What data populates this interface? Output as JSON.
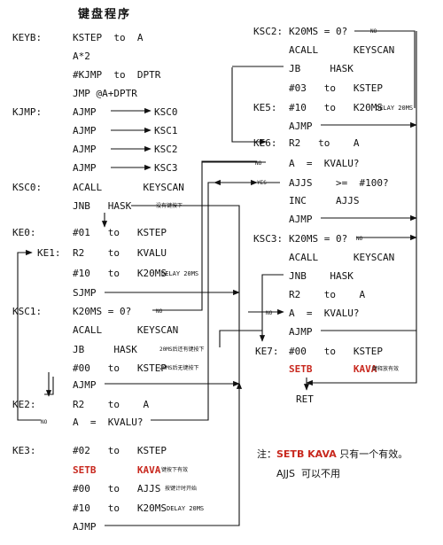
{
  "title": "键盘程序",
  "left": {
    "keyb": {
      "label": "KEYB:",
      "line1": "KSTEP  to  A",
      "line2": "A*2",
      "line3": "#KJMP  to  DPTR",
      "line4": "JMP @A+DPTR"
    },
    "kjmp": {
      "label": "KJMP:",
      "rows": [
        {
          "op": "AJMP",
          "target": "KSC0"
        },
        {
          "op": "AJMP",
          "target": "KSC1"
        },
        {
          "op": "AJMP",
          "target": "KSC2"
        },
        {
          "op": "AJMP",
          "target": "KSC3"
        }
      ]
    },
    "ksc0": {
      "label": "KSC0:",
      "line1": "ACALL       KEYSCAN",
      "line2": "JNB   HASK",
      "note": "没有键按下"
    },
    "ke0": {
      "label": "KE0:",
      "line1": "#01   to   KSTEP"
    },
    "ke1": {
      "label": "KE1:",
      "line1": "R2    to   KVALU",
      "line2": "#10   to   K20MS",
      "line2_note": "DELAY 20MS",
      "line3": "SJMP"
    },
    "ksc1": {
      "label": "KSC1:",
      "line1": "K20MS = 0?",
      "no": "NO",
      "line2": "ACALL      KEYSCAN",
      "line3": "JB     HASK",
      "line3_note": "20MS后还有键按下",
      "line4": "#00   to   KSTEP",
      "line4_note": "20MS后无键按下",
      "line5": "AJMP"
    },
    "ke2": {
      "label": "KE2:",
      "line1": "R2    to    A",
      "no": "NO",
      "line2": "A  =  KVALU?"
    },
    "ke3": {
      "label": "KE3:",
      "line1": "#02   to   KSTEP",
      "line2": "SETB       KAVA",
      "line2_note": "键按下有效",
      "line3": "#00   to   AJJS",
      "line3_note": "按键计时开始",
      "line4": "#10   to   K20MS",
      "line4_note": "DELAY 20MS",
      "line5": "AJMP"
    }
  },
  "right": {
    "ksc2": {
      "label": "KSC2:",
      "line1": "K20MS = 0?",
      "no": "NO",
      "line2": "ACALL      KEYSCAN",
      "line3": "JB     HASK",
      "line4": "#03   to   KSTEP"
    },
    "ke5": {
      "label": "KE5:",
      "line1": "#10   to   K20MS",
      "line1_note": "DELAY 20MS",
      "line2": "AJMP"
    },
    "ke6": {
      "label": "KE6:",
      "line1": "R2   to    A",
      "no": "NO",
      "line2": "A  =  KVALU?",
      "yes": "YES",
      "line3": "AJJS    >=  #100?",
      "line4": "INC     AJJS",
      "line5": "AJMP"
    },
    "ksc3": {
      "label": "KSC3:",
      "line1": "K20MS = 0?",
      "no": "NO",
      "line2": "ACALL      KEYSCAN",
      "line3": "JNB    HASK",
      "line4": "R2    to    A",
      "no2": "NO",
      "line5": "A  =  KVALU?",
      "line6": "AJMP"
    },
    "ke7": {
      "label": "KE7:",
      "line1": "#00   to   KSTEP",
      "line2": "SETB       KAVA",
      "line2_note": "键释放有效",
      "line3": "RET"
    }
  },
  "remark": {
    "prefix": "注：",
    "highlight": "SETB KAVA",
    "suffix": " 只有一个有效。",
    "line2": "AJJS  可以不用"
  },
  "colors": {
    "ink": "#111111",
    "accent": "#c8281e",
    "background": "#ffffff"
  }
}
